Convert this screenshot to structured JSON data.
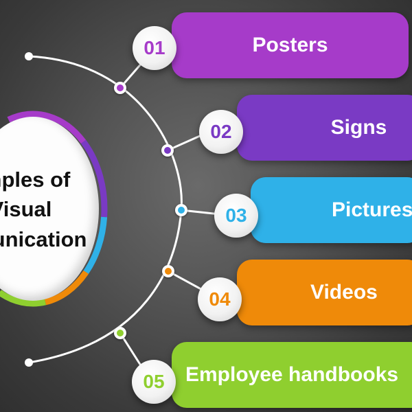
{
  "hub": {
    "lines": [
      "amples of",
      "Visual",
      "mmunication"
    ]
  },
  "items": [
    {
      "number": "01",
      "label": "Posters",
      "color": "#a63bc9"
    },
    {
      "number": "02",
      "label": "Signs",
      "color": "#7a3ac4"
    },
    {
      "number": "03",
      "label": "Pictures",
      "color": "#2fb1e8"
    },
    {
      "number": "04",
      "label": "Videos",
      "color": "#ef8a09"
    },
    {
      "number": "05",
      "label": "Employee handbooks",
      "color": "#8fcf2f"
    }
  ],
  "colors": {
    "ring": [
      "#a63bc9",
      "#7a3ac4",
      "#2fb1e8",
      "#ef8a09",
      "#8fcf2f"
    ]
  }
}
